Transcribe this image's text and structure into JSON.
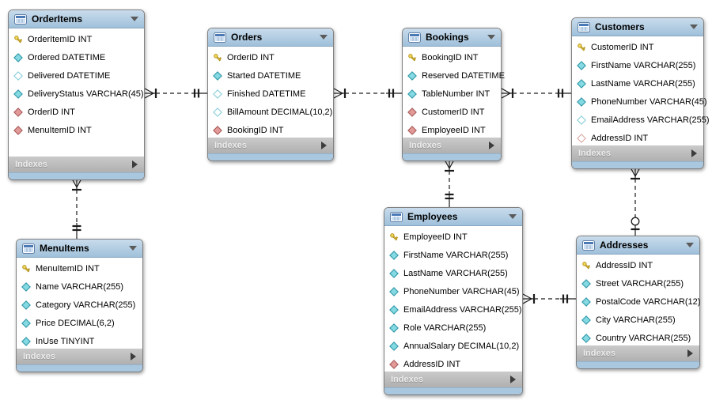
{
  "diagram": {
    "labels": {
      "indexes": "Indexes"
    },
    "colors": {
      "header_blue": "#aac9e1",
      "footer_blue": "#a9c7df",
      "indexes_gray": "#bdbdbd",
      "column_teal": "#84d9e2",
      "fk_red": "#e29a98",
      "key_yellow": "#f2d95c"
    },
    "tables": [
      {
        "name": "OrderItems",
        "fields": [
          {
            "icon": "key",
            "label": "OrderItemID INT"
          },
          {
            "icon": "col",
            "label": "Ordered DATETIME"
          },
          {
            "icon": "col-null",
            "label": "Delivered DATETIME"
          },
          {
            "icon": "col",
            "label": "DeliveryStatus VARCHAR(45)"
          },
          {
            "icon": "fk",
            "label": "OrderID INT"
          },
          {
            "icon": "fk",
            "label": "MenuItemID INT"
          }
        ]
      },
      {
        "name": "Orders",
        "fields": [
          {
            "icon": "key",
            "label": "OrderID INT"
          },
          {
            "icon": "col",
            "label": "Started DATETIME"
          },
          {
            "icon": "col-null",
            "label": "Finished DATETIME"
          },
          {
            "icon": "col-null",
            "label": "BillAmount DECIMAL(10,2)"
          },
          {
            "icon": "fk",
            "label": "BookingID INT"
          }
        ]
      },
      {
        "name": "Bookings",
        "fields": [
          {
            "icon": "key",
            "label": "BookingID INT"
          },
          {
            "icon": "col",
            "label": "Reserved DATETIME"
          },
          {
            "icon": "col",
            "label": "TableNumber INT"
          },
          {
            "icon": "fk",
            "label": "CustomerID INT"
          },
          {
            "icon": "fk",
            "label": "EmployeeID INT"
          }
        ]
      },
      {
        "name": "Customers",
        "fields": [
          {
            "icon": "key",
            "label": "CustomerID INT"
          },
          {
            "icon": "col",
            "label": "FirstName VARCHAR(255)"
          },
          {
            "icon": "col",
            "label": "LastName VARCHAR(255)"
          },
          {
            "icon": "col",
            "label": "PhoneNumber VARCHAR(45)"
          },
          {
            "icon": "col-null",
            "label": "EmailAddress VARCHAR(255)"
          },
          {
            "icon": "fk-null",
            "label": "AddressID INT"
          }
        ]
      },
      {
        "name": "MenuItems",
        "fields": [
          {
            "icon": "key",
            "label": "MenuItemID INT"
          },
          {
            "icon": "col",
            "label": "Name VARCHAR(255)"
          },
          {
            "icon": "col",
            "label": "Category VARCHAR(255)"
          },
          {
            "icon": "col",
            "label": "Price DECIMAL(6,2)"
          },
          {
            "icon": "col",
            "label": "InUse TINYINT"
          }
        ]
      },
      {
        "name": "Employees",
        "fields": [
          {
            "icon": "key",
            "label": "EmployeeID INT"
          },
          {
            "icon": "col",
            "label": "FirstName VARCHAR(255)"
          },
          {
            "icon": "col",
            "label": "LastName VARCHAR(255)"
          },
          {
            "icon": "col",
            "label": "PhoneNumber VARCHAR(45)"
          },
          {
            "icon": "col",
            "label": "EmailAddress VARCHAR(255)"
          },
          {
            "icon": "col",
            "label": "Role VARCHAR(255)"
          },
          {
            "icon": "col",
            "label": "AnnualSalary DECIMAL(10,2)"
          },
          {
            "icon": "fk",
            "label": "AddressID INT"
          }
        ]
      },
      {
        "name": "Addresses",
        "fields": [
          {
            "icon": "key",
            "label": "AddressID INT"
          },
          {
            "icon": "col",
            "label": "Street VARCHAR(255)"
          },
          {
            "icon": "col",
            "label": "PostalCode VARCHAR(12)"
          },
          {
            "icon": "col",
            "label": "City VARCHAR(255)"
          },
          {
            "icon": "col",
            "label": "Country VARCHAR(255)"
          }
        ]
      }
    ],
    "relationships": [
      {
        "from": "OrderItems",
        "to": "Orders",
        "from_cardinality": "many",
        "to_cardinality": "one",
        "line": "dashed"
      },
      {
        "from": "Orders",
        "to": "Bookings",
        "from_cardinality": "many",
        "to_cardinality": "one",
        "line": "dashed"
      },
      {
        "from": "Bookings",
        "to": "Customers",
        "from_cardinality": "many",
        "to_cardinality": "one",
        "line": "dashed"
      },
      {
        "from": "Employees",
        "to": "Addresses",
        "from_cardinality": "many",
        "to_cardinality": "one",
        "line": "dashed"
      },
      {
        "from": "OrderItems",
        "to": "MenuItems",
        "from_cardinality": "many",
        "to_cardinality": "one",
        "line": "dashed"
      },
      {
        "from": "Bookings",
        "to": "Employees",
        "from_cardinality": "many",
        "to_cardinality": "one",
        "line": "dashed"
      },
      {
        "from": "Customers",
        "to": "Addresses",
        "from_cardinality": "many",
        "to_cardinality": "zero-or-one",
        "line": "dashed"
      }
    ]
  }
}
